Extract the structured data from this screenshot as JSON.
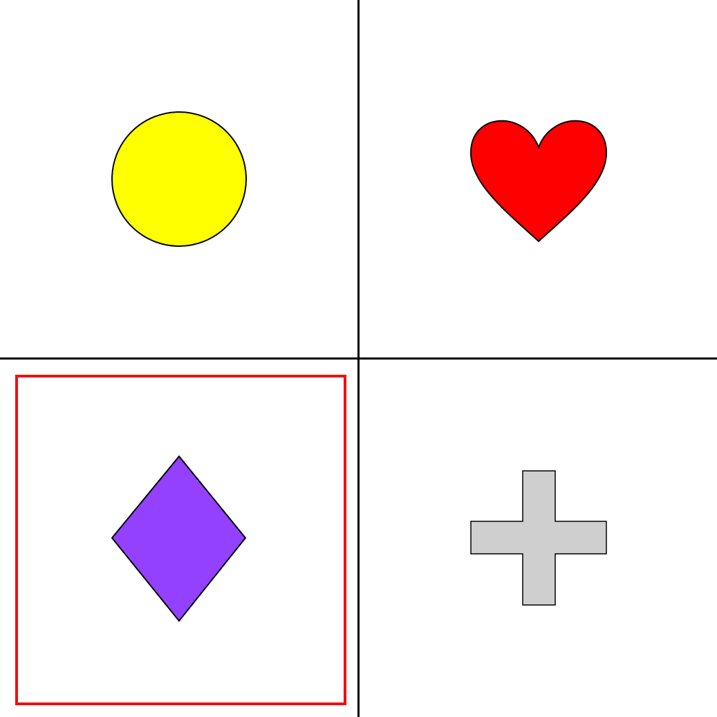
{
  "grid": {
    "rows": 2,
    "columns": 2,
    "divider_color": "#000000",
    "selected_index": 2,
    "selection_color": "#ee1111",
    "cells": [
      {
        "shape": "circle-icon",
        "fill": "#ffff00",
        "stroke": "#000000"
      },
      {
        "shape": "heart-icon",
        "fill": "#ff0000",
        "stroke": "#000000"
      },
      {
        "shape": "diamond-icon",
        "fill": "#9440ff",
        "stroke": "#000000"
      },
      {
        "shape": "plus-icon",
        "fill": "#d0cfd0",
        "stroke": "#000000"
      }
    ]
  }
}
